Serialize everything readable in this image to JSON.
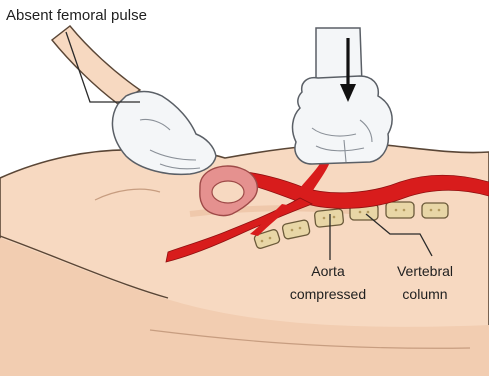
{
  "figure": {
    "labels": {
      "absent_pulse": "Absent femoral pulse",
      "aorta_line1": "Aorta",
      "aorta_line2": "compressed",
      "vertebral_line1": "Vertebral",
      "vertebral_line2": "column"
    },
    "colors": {
      "skin": "#f7d9c1",
      "skin_shadow": "#e9bd9d",
      "outline": "#5a4636",
      "artery": "#d81c1c",
      "uterus": "#e5918f",
      "glove": "#f4f6f8",
      "vertebra": "#e8d6a6"
    },
    "icons": [
      "down-arrow-icon",
      "gloved-hand-icon",
      "fist-icon"
    ]
  }
}
